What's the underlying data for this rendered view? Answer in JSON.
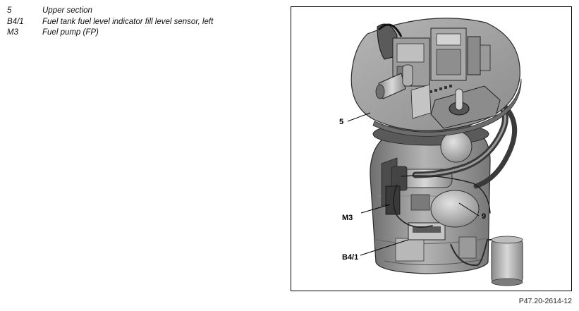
{
  "legend": {
    "items": [
      {
        "code": "5",
        "description": "Upper section"
      },
      {
        "code": "B4/1",
        "description": "Fuel tank fuel level indicator fill level sensor, left"
      },
      {
        "code": "M3",
        "description": "Fuel pump (FP)"
      }
    ]
  },
  "figure": {
    "callouts": {
      "upper_section": "5",
      "fuel_pump": "M3",
      "item_9": "9",
      "level_sensor": "B4/1"
    },
    "figure_id": "P47.20-2614-12"
  }
}
